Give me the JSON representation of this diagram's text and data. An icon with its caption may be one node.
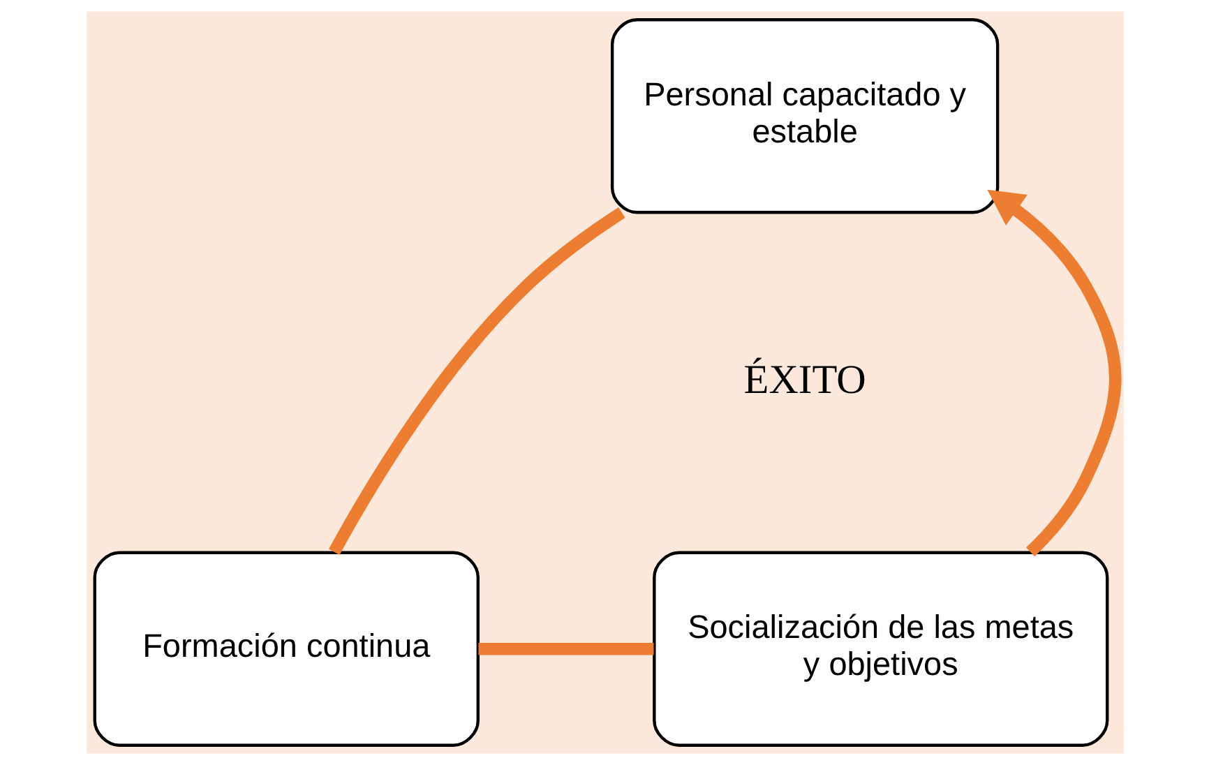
{
  "diagram": {
    "nodes": [
      {
        "text": [
          "Personal capacitado y estable"
        ]
      },
      {
        "text": [
          "Socialización de las metas y objetivos"
        ]
      },
      {
        "text": [
          "Formación continua"
        ]
      }
    ],
    "edges": [
      {
        "from": 0,
        "to": 2,
        "arrow": "none"
      },
      {
        "from": 2,
        "to": 1,
        "arrow": "none"
      },
      {
        "from": 1,
        "to": 0,
        "arrow": "to"
      }
    ],
    "labels": [
      "ÉXITO"
    ]
  }
}
